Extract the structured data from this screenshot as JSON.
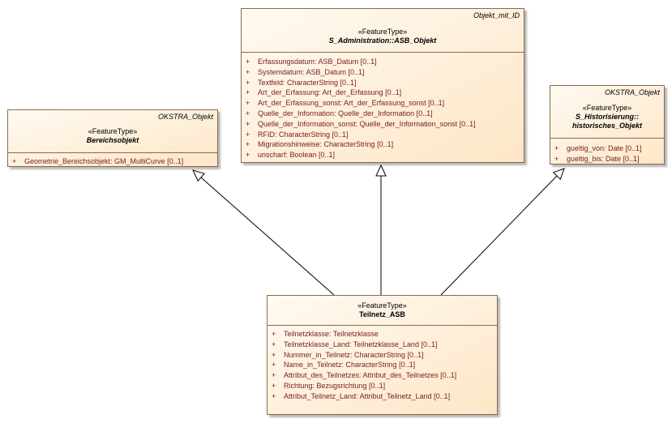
{
  "classes": {
    "bereichsobjekt": {
      "parent": "OKSTRA_Objekt",
      "stereotype": "«FeatureType»",
      "name": "Bereichsobjekt",
      "attributes": [
        {
          "vis": "+",
          "text": "Geometrie_Bereichsobjekt: GM_MultiCurve [0..1]"
        }
      ]
    },
    "asb_objekt": {
      "parent": "Objekt_mit_ID",
      "stereotype": "«FeatureType»",
      "name": "S_Administration::ASB_Objekt",
      "attributes": [
        {
          "vis": "+",
          "text": "Erfassungsdatum: ASB_Datum [0..1]"
        },
        {
          "vis": "+",
          "text": "Systemdatum: ASB_Datum [0..1]"
        },
        {
          "vis": "+",
          "text": "Textfeld: CharacterString [0..1]"
        },
        {
          "vis": "+",
          "text": "Art_der_Erfassung: Art_der_Erfassung [0..1]"
        },
        {
          "vis": "+",
          "text": "Art_der_Erfassung_sonst: Art_der_Erfassung_sonst [0..1]"
        },
        {
          "vis": "+",
          "text": "Quelle_der_Information: Quelle_der_Information [0..1]"
        },
        {
          "vis": "+",
          "text": "Quelle_der_Information_sonst: Quelle_der_Information_sonst [0..1]"
        },
        {
          "vis": "+",
          "text": "RFID: CharacterString [0..1]"
        },
        {
          "vis": "+",
          "text": "Migrationshinweise: CharacterString [0..1]"
        },
        {
          "vis": "+",
          "text": "unscharf: Boolean [0..1]"
        }
      ]
    },
    "historisches_objekt": {
      "parent": "OKSTRA_Objekt",
      "stereotype": "«FeatureType»",
      "name_line1": "S_Historisierung::",
      "name_line2": "historisches_Objekt",
      "attributes": [
        {
          "vis": "+",
          "text": "gueltig_von: Date [0..1]"
        },
        {
          "vis": "+",
          "text": "gueltig_bis: Date [0..1]"
        }
      ]
    },
    "teilnetz_asb": {
      "stereotype": "«FeatureType»",
      "name": "Teilnetz_ASB",
      "attributes": [
        {
          "vis": "+",
          "text": "Teilnetzklasse: Teilnetzklasse"
        },
        {
          "vis": "+",
          "text": "Teilnetzklasse_Land: Teilnetzklasse_Land [0..1]"
        },
        {
          "vis": "+",
          "text": "Nummer_in_Teilnetz: CharacterString [0..1]"
        },
        {
          "vis": "+",
          "text": "Name_in_Teilnetz: CharacterString [0..1]"
        },
        {
          "vis": "+",
          "text": "Attribut_des_Teilnetzes: Attribut_des_Teilnetzes [0..1]"
        },
        {
          "vis": "+",
          "text": "Richtung: Bezugsrichtung [0..1]"
        },
        {
          "vis": "+",
          "text": "Attribut_Teilnetz_Land: Attribut_Teilnetz_Land [0..1]"
        }
      ]
    }
  },
  "colors": {
    "attribute_text": "#7a1a1a",
    "box_border": "#8a6a4a",
    "box_fill_top": "#fffaf2",
    "box_fill_bottom": "#fde6c6"
  }
}
